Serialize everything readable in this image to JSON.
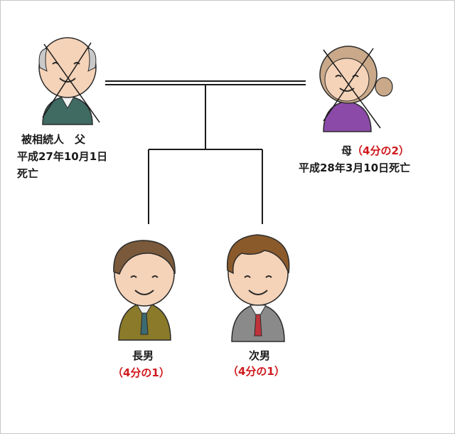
{
  "father": {
    "name": "被相続人　父",
    "death_line1": "平成27年10月1日",
    "death_line2": "死亡"
  },
  "mother": {
    "name": "母",
    "share": "（4分の2）",
    "death": "平成28年3月10日死亡"
  },
  "eldest_son": {
    "name": "長男",
    "share": "（4分の1）"
  },
  "second_son": {
    "name": "次男",
    "share": "（4分の1）"
  },
  "colors": {
    "share_text": "#d0191d",
    "lines": "#1a1a1a",
    "father_suit": "#3f6b63",
    "mother_top": "#8b4aa8",
    "eldest_suit": "#8a7a2a",
    "second_suit": "#8a8a8a"
  }
}
